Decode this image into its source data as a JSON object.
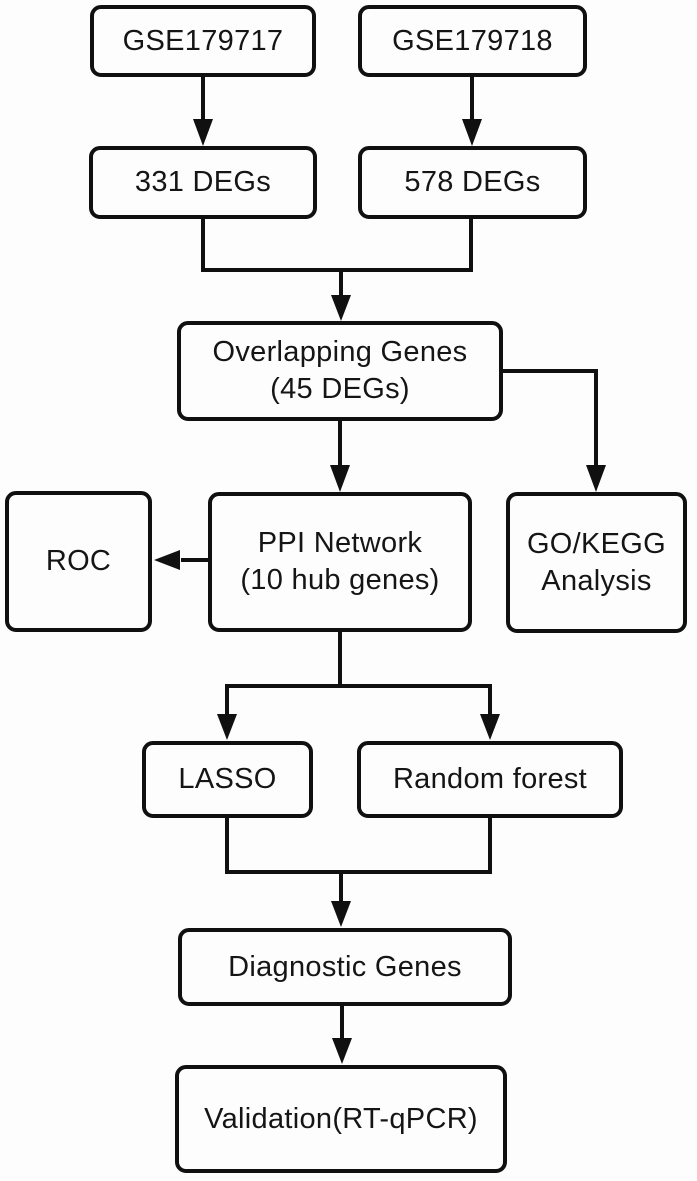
{
  "diagram": {
    "type": "flowchart",
    "colors": {
      "background": "#fdfdfd",
      "box_fill": "#fdfdfd",
      "box_border": "#101010",
      "connector_line": "#101010",
      "text": "#151515"
    },
    "nodes": {
      "gse179717": {
        "line1": "GSE179717"
      },
      "gse179718": {
        "line1": "GSE179718"
      },
      "degs_331": {
        "line1": "331 DEGs"
      },
      "degs_578": {
        "line1": "578 DEGs"
      },
      "overlapping_genes": {
        "line1": "Overlapping Genes",
        "line2": "(45 DEGs)"
      },
      "roc": {
        "line1": "ROC"
      },
      "ppi_network": {
        "line1": "PPI Network",
        "line2": "(10 hub genes)"
      },
      "go_kegg": {
        "line1": "GO/KEGG",
        "line2": "Analysis"
      },
      "lasso": {
        "line1": "LASSO"
      },
      "random_forest": {
        "line1": "Random forest"
      },
      "diagnostic_genes": {
        "line1": "Diagnostic Genes"
      },
      "validation": {
        "line1": "Validation(RT-qPCR)"
      }
    },
    "edges": [
      {
        "from": "GSE179717",
        "to": "331 DEGs"
      },
      {
        "from": "GSE179718",
        "to": "578 DEGs"
      },
      {
        "from": "331 DEGs",
        "to": "Overlapping Genes (45 DEGs)"
      },
      {
        "from": "578 DEGs",
        "to": "Overlapping Genes (45 DEGs)"
      },
      {
        "from": "Overlapping Genes (45 DEGs)",
        "to": "PPI Network (10 hub genes)"
      },
      {
        "from": "Overlapping Genes (45 DEGs)",
        "to": "GO/KEGG Analysis"
      },
      {
        "from": "PPI Network (10 hub genes)",
        "to": "ROC"
      },
      {
        "from": "PPI Network (10 hub genes)",
        "to": "LASSO"
      },
      {
        "from": "PPI Network (10 hub genes)",
        "to": "Random forest"
      },
      {
        "from": "LASSO",
        "to": "Diagnostic Genes"
      },
      {
        "from": "Random forest",
        "to": "Diagnostic Genes"
      },
      {
        "from": "Diagnostic Genes",
        "to": "Validation(RT-qPCR)"
      }
    ]
  }
}
